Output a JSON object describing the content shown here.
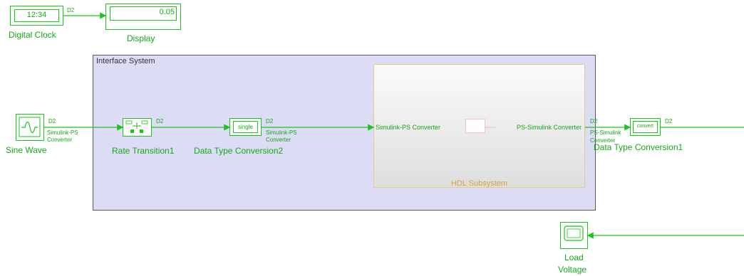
{
  "model": {
    "interface_title": "Interface System",
    "blocks": {
      "clock": {
        "value": "12:34",
        "label": "Digital Clock"
      },
      "display": {
        "value": "0.05",
        "label": "Display"
      },
      "sine": {
        "label": "Sine Wave"
      },
      "rate": {
        "label": "Rate Transition1"
      },
      "dtc2": {
        "text": "single",
        "label": "Data Type Conversion2"
      },
      "hdl": {
        "label": "HDL Subsystem",
        "in_port": "Simulink-PS Converter",
        "out_port": "PS-Simulink Converter"
      },
      "dtc1": {
        "text": "convert",
        "label": "Data Type Conversion1"
      },
      "scope": {
        "label_line1": "Load",
        "label_line2": "Voltage"
      }
    },
    "signals": {
      "d2": "D2",
      "sps_1": "Simulink-PS",
      "sps_2": "Converter",
      "pss_1": "PS-Simulink",
      "pss_2": "Converter"
    }
  },
  "colors": {
    "accent": "#1ec31e",
    "subsystem": "#dcdcf5",
    "hdl_border": "#e8c98a",
    "hdl_text": "#d3a53a"
  }
}
